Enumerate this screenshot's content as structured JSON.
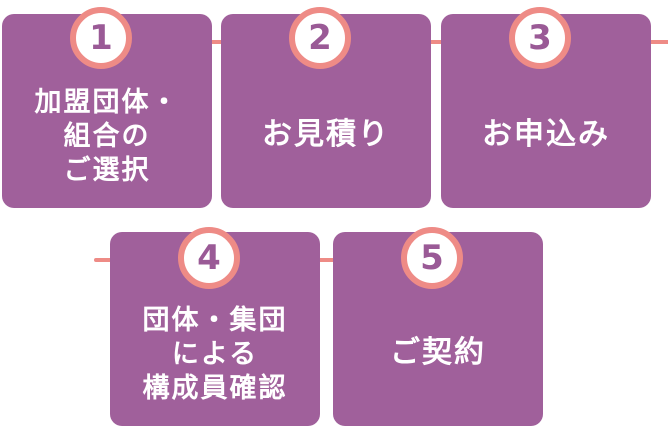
{
  "colors": {
    "box": "#a0609b",
    "connector": "#ee8b86",
    "badge_fill": "#ffffff",
    "number": "#9a5a96",
    "label": "#ffffff"
  },
  "steps": [
    {
      "number": "1",
      "label": "加盟団体・\n組合の\nご選択"
    },
    {
      "number": "2",
      "label": "お見積り"
    },
    {
      "number": "3",
      "label": "お申込み"
    },
    {
      "number": "4",
      "label": "団体・集団\nによる\n構成員確認"
    },
    {
      "number": "5",
      "label": "ご契約"
    }
  ]
}
